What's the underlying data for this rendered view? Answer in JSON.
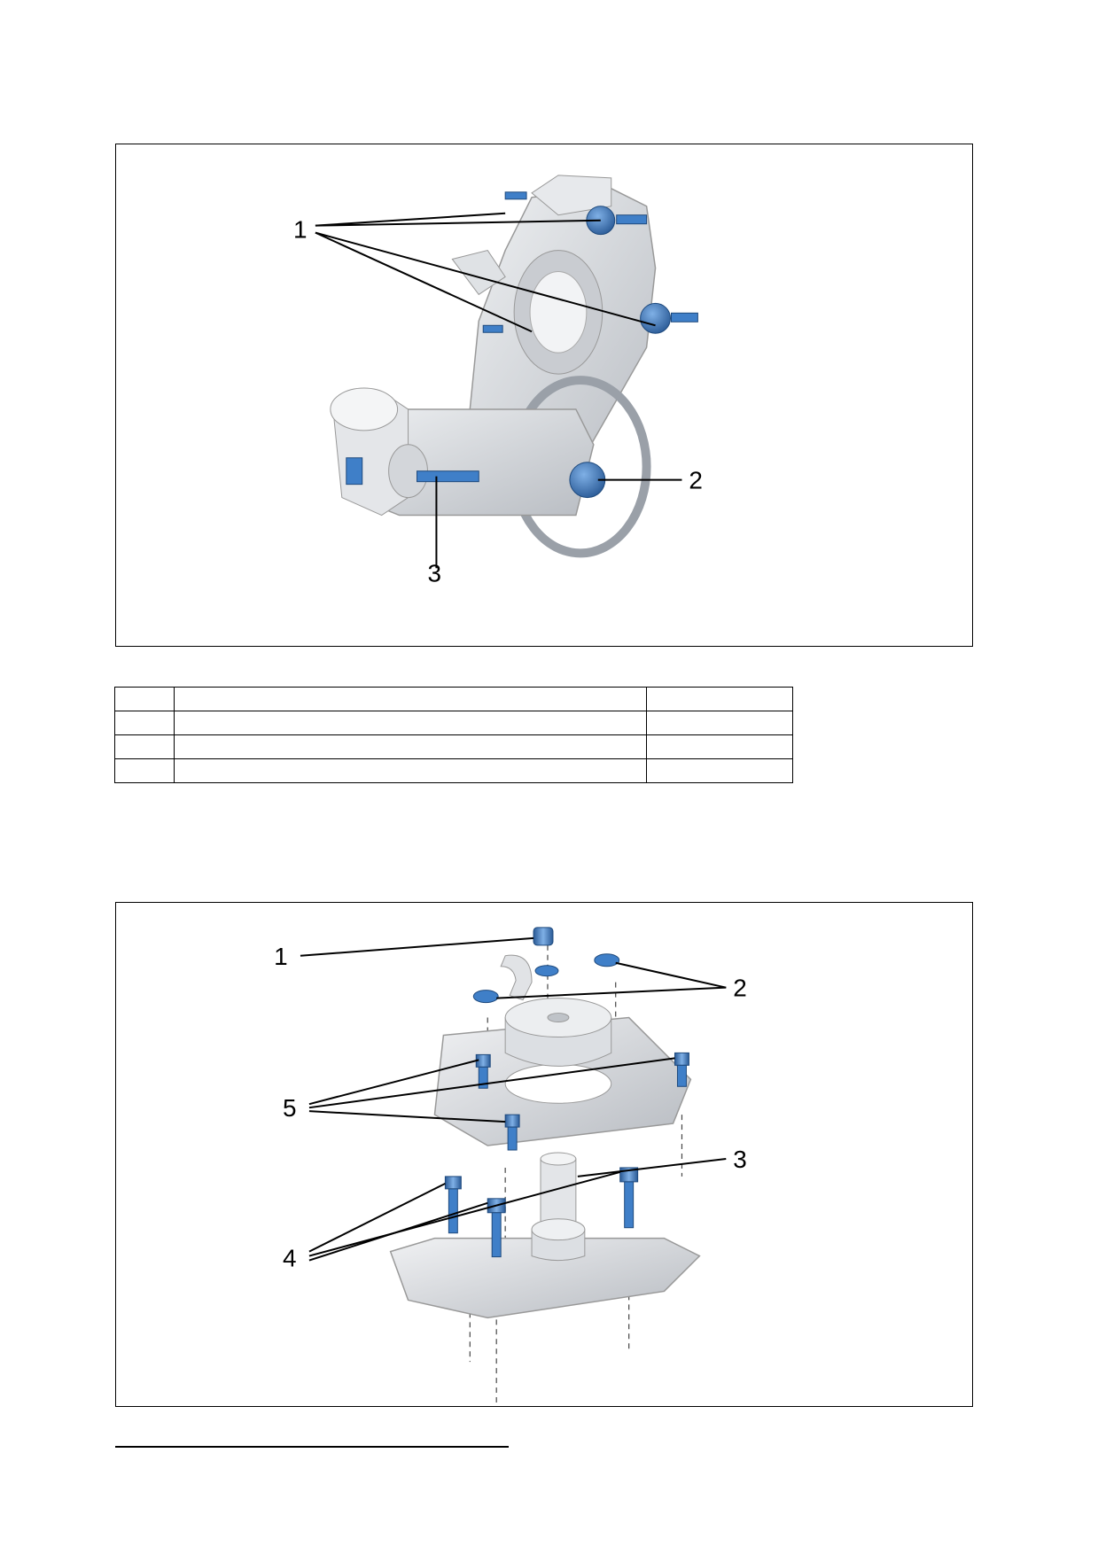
{
  "figure1": {
    "callouts": [
      "1",
      "2",
      "3"
    ]
  },
  "spec_table": {
    "rows": [
      [
        "",
        "",
        ""
      ],
      [
        "",
        "",
        ""
      ],
      [
        "",
        "",
        ""
      ],
      [
        "",
        "",
        ""
      ]
    ]
  },
  "figure2": {
    "callouts": [
      "1",
      "2",
      "3",
      "4",
      "5"
    ]
  },
  "colors": {
    "part_gray": "#d9dce0",
    "part_shadow": "#b8bcc2",
    "fastener_blue": "#3f7fc8",
    "fastener_dark": "#2a5a96"
  }
}
